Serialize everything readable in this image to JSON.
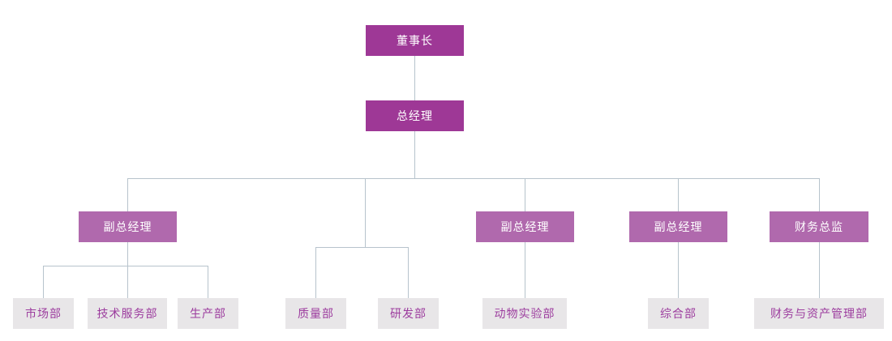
{
  "colors": {
    "executive_fill": "#9E3896",
    "manager_fill": "#B069AD",
    "department_fill": "#E8E6E8",
    "executive_text": "#FFFFFF",
    "department_text": "#9C3C9E",
    "connector": "#B7C3CC",
    "background": "#FFFFFF"
  },
  "org_chart": {
    "type": "org-chart",
    "level1": {
      "chairman": {
        "label": "董事长"
      }
    },
    "level2": {
      "general_manager": {
        "label": "总经理"
      }
    },
    "level3": {
      "deputy_gm_1": {
        "label": "副总经理"
      },
      "deputy_gm_2": {
        "label": "副总经理"
      },
      "deputy_gm_3": {
        "label": "副总经理"
      },
      "finance_director": {
        "label": "财务总监"
      }
    },
    "level4": {
      "market_dept": {
        "label": "市场部"
      },
      "tech_service_dept": {
        "label": "技术服务部"
      },
      "production_dept": {
        "label": "生产部"
      },
      "quality_dept": {
        "label": "质量部"
      },
      "rnd_dept": {
        "label": "研发部"
      },
      "animal_lab_dept": {
        "label": "动物实验部"
      },
      "general_affairs_dept": {
        "label": "综合部"
      },
      "finance_asset_dept": {
        "label": "财务与资产管理部"
      }
    }
  }
}
